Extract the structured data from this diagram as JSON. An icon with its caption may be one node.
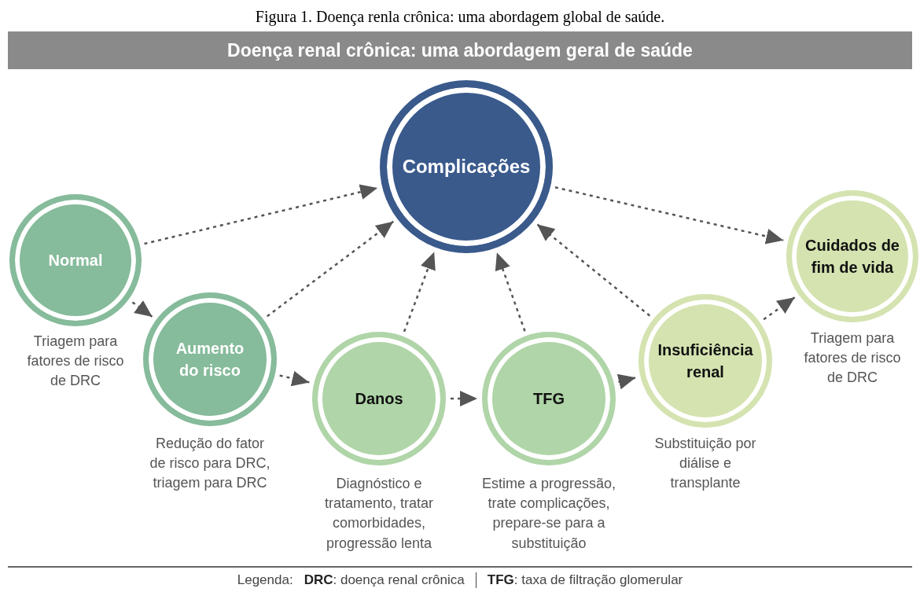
{
  "diagram": {
    "caption": "Figura 1. Doença renla crônica: uma abordagem global de saúde.",
    "title": "Doença renal crônica: uma abordagem geral de saúde",
    "nodes": [
      {
        "text": [
          "Complicações"
        ]
      },
      {
        "text": [
          "Normal"
        ],
        "beside": [
          "Triagem para fatores de risco de DRC"
        ]
      },
      {
        "text": [
          "Aumento do risco"
        ],
        "beside": [
          "Redução do fator de risco para DRC, triagem para DRC"
        ]
      },
      {
        "text": [
          "Danos"
        ],
        "beside": [
          "Diagnóstico e tratamento, tratar comorbidades, progressão lenta"
        ]
      },
      {
        "text": [
          "TFG"
        ],
        "beside": [
          "Estime a progressão, trate complicações, prepare-se para a substituição"
        ]
      },
      {
        "text": [
          "Insuficiência renal"
        ],
        "beside": [
          "Substituição por diálise e transplante"
        ]
      },
      {
        "text": [
          "Cuidados de fim de vida"
        ],
        "beside": [
          "Triagem para fatores de risco de DRC"
        ]
      }
    ],
    "edges": [
      {
        "from": 1,
        "to": 0,
        "arrow": "to",
        "style": "dashed"
      },
      {
        "from": 2,
        "to": 0,
        "arrow": "to",
        "style": "dashed"
      },
      {
        "from": 3,
        "to": 0,
        "arrow": "to",
        "style": "dashed"
      },
      {
        "from": 4,
        "to": 0,
        "arrow": "to",
        "style": "dashed"
      },
      {
        "from": 5,
        "to": 0,
        "arrow": "to",
        "style": "dashed"
      },
      {
        "from": 0,
        "to": 6,
        "arrow": "to",
        "style": "dashed"
      },
      {
        "from": 1,
        "to": 2,
        "arrow": "to",
        "style": "dashed"
      },
      {
        "from": 2,
        "to": 3,
        "arrow": "to",
        "style": "dashed"
      },
      {
        "from": 3,
        "to": 4,
        "arrow": "to",
        "style": "dashed"
      },
      {
        "from": 4,
        "to": 5,
        "arrow": "to",
        "style": "dashed"
      },
      {
        "from": 5,
        "to": 6,
        "arrow": "to",
        "style": "dashed"
      }
    ],
    "labels": [
      "Legenda:",
      "**DRC**: doença renal crônica",
      "**TFG**: taxa de filtração glomerular"
    ]
  }
}
